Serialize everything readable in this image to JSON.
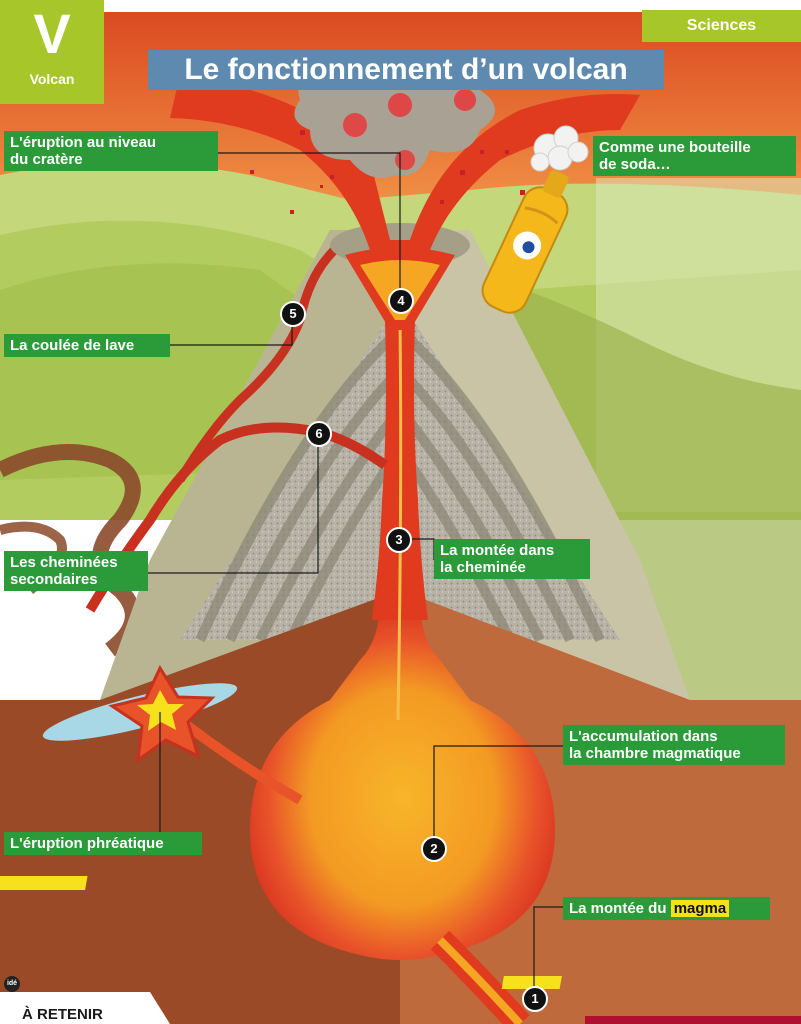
{
  "header": {
    "tab_letter": "V",
    "tab_word": "Volcan",
    "section": "Sciences",
    "title": "Le fonctionnement d’un volcan"
  },
  "labels": {
    "crater": [
      "L'éruption au niveau",
      "du cratère"
    ],
    "soda": [
      "Comme une bouteille",
      "de soda…"
    ],
    "lava_flow": "La coulée de lave",
    "secondary_vents": [
      "Les cheminées",
      "secondaires"
    ],
    "conduit_rise": [
      "La montée dans",
      "la cheminée"
    ],
    "chamber": [
      "L'accumulation dans",
      "la chambre magmatique"
    ],
    "phreatic": "L'éruption phréatique",
    "magma_rise_prefix": "La montée du",
    "magma_word": "magma"
  },
  "numbers": [
    "1",
    "2",
    "3",
    "4",
    "5",
    "6"
  ],
  "footer": {
    "heading": "À RETENIR",
    "logo": "idé"
  },
  "colors": {
    "green_tab": "#a7c62a",
    "label_green": "#2b9b3a",
    "title_blue": "#5f8ab0",
    "magma_red": "#e03a1f",
    "magma_orange": "#f5a623",
    "sky_orange": "#e8672a",
    "hill_green": "#b7cf63"
  },
  "icons": [
    "star-explosion-icon",
    "soda-bottle-icon",
    "ash-cloud-icon"
  ]
}
